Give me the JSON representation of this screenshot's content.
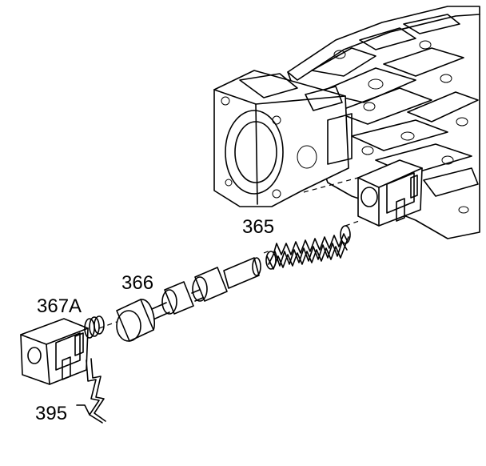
{
  "callouts": {
    "spring": "365",
    "valve": "366",
    "solenoid": "367A",
    "retainer": "395"
  }
}
